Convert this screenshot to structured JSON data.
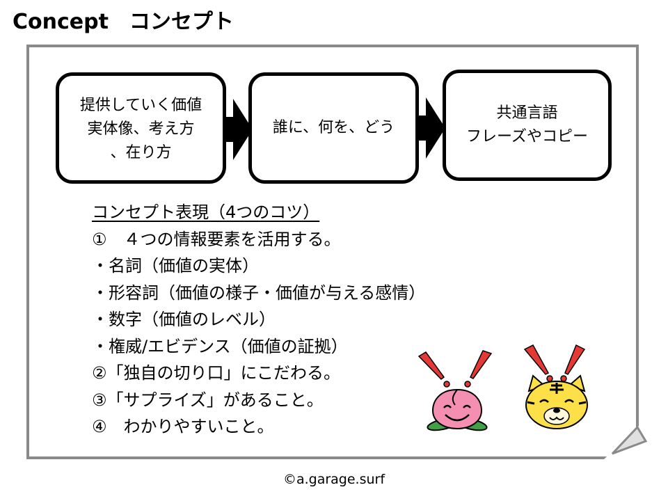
{
  "title": "Concept　コンセプト",
  "flow": {
    "steps": [
      "提供していく価値\n実体像、考え方\n、在り方",
      "誰に、何を、どう",
      "共通言語\nフレーズやコピー"
    ]
  },
  "tips": {
    "heading": "コンセプト表現（4つのコツ）",
    "lines": [
      "①　４つの情報要素を活用する。",
      "・名詞（価値の実体）",
      "・形容詞（価値の様子・価値が与える感情）",
      "・数字（価値のレベル）",
      "・権威/エビデンス（価値の証拠）",
      "②「独自の切り口」にこだわる。",
      "③「サプライズ」があること。",
      "④　わかりやすいこと。"
    ]
  },
  "colors": {
    "frame_border": "#8a8a8a",
    "peach": "#f48fb1",
    "leaf": "#43a047",
    "tiger": "#fde047",
    "exclamation": "#e53935"
  },
  "characters": [
    "peach-icon",
    "tiger-icon"
  ],
  "credit": "©a.garage.surf"
}
